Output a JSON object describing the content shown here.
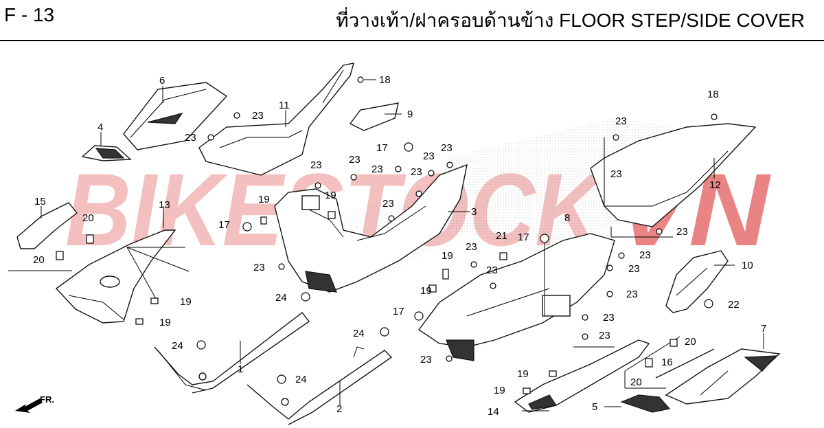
{
  "header": {
    "page_code": "F - 13",
    "title": "ที่วางเท้า/ฝาครอบด้านข้าง FLOOR STEP/SIDE COVER"
  },
  "watermark": {
    "text": "BIKESTOCK",
    "accent_text": "VN",
    "color": "#f2b5b5"
  },
  "direction": {
    "label": "FR."
  },
  "callouts": {
    "c6": "6",
    "c4": "4",
    "c11": "11",
    "c18a": "18",
    "c9": "9",
    "c23a": "23",
    "c23b": "23",
    "c23c": "23",
    "c23d": "23",
    "c23e": "23",
    "c23f": "23",
    "c23g": "23",
    "c23h": "23",
    "c23i": "23",
    "c23j": "23",
    "c23k": "23",
    "c23l": "23",
    "c23m": "23",
    "c23n": "23",
    "c23o": "23",
    "c23p": "23",
    "c23q": "23",
    "c23r": "23",
    "c23s": "23",
    "c17a": "17",
    "c17b": "17",
    "c17c": "17",
    "c17d": "17",
    "c19a": "19",
    "c19b": "19",
    "c19c": "19",
    "c19d": "19",
    "c19e": "19",
    "c19f": "19",
    "c19g": "19",
    "c19h": "19",
    "c3": "3",
    "c15": "15",
    "c13": "13",
    "c20a": "20",
    "c20b": "20",
    "c20c": "20",
    "c20d": "20",
    "c24a": "24",
    "c24b": "24",
    "c24c": "24",
    "c24d": "24",
    "c1": "1",
    "c2": "2",
    "c21": "21",
    "c8": "8",
    "c18b": "18",
    "c12": "12",
    "c10": "10",
    "c22": "22",
    "c7": "7",
    "c16": "16",
    "c14": "14",
    "c5": "5"
  }
}
